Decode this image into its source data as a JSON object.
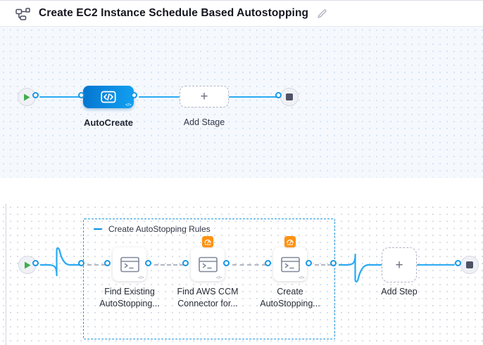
{
  "header": {
    "title": "Create EC2 Instance Schedule Based Autostopping"
  },
  "icons": {
    "code_glyph": "</>"
  },
  "stage_pipeline": {
    "stage": {
      "label": "AutoCreate"
    },
    "add_stage": {
      "label": "Add Stage",
      "plus": "+"
    }
  },
  "execution": {
    "group": {
      "label": "Create AutoStopping Rules"
    },
    "steps": [
      {
        "line1": "Find Existing",
        "line2": "AutoStopping..."
      },
      {
        "line1": "Find AWS CCM",
        "line2": "Connector for..."
      },
      {
        "line1": "Create",
        "line2": "AutoStopping..."
      }
    ],
    "add_step": {
      "label": "Add Step",
      "plus": "+"
    }
  },
  "colors": {
    "accent_blue": "#0092e4",
    "connector_blue": "#2aa9f2",
    "stage_gradient_start": "#0575cf",
    "stage_gradient_end": "#12a1f2",
    "play_green": "#3fae4c",
    "badge_orange": "#ff9212",
    "end_square_gray": "#4e5265",
    "canvas1_bg": "#f5f9fe",
    "canvas2_bg": "#ffffff"
  }
}
